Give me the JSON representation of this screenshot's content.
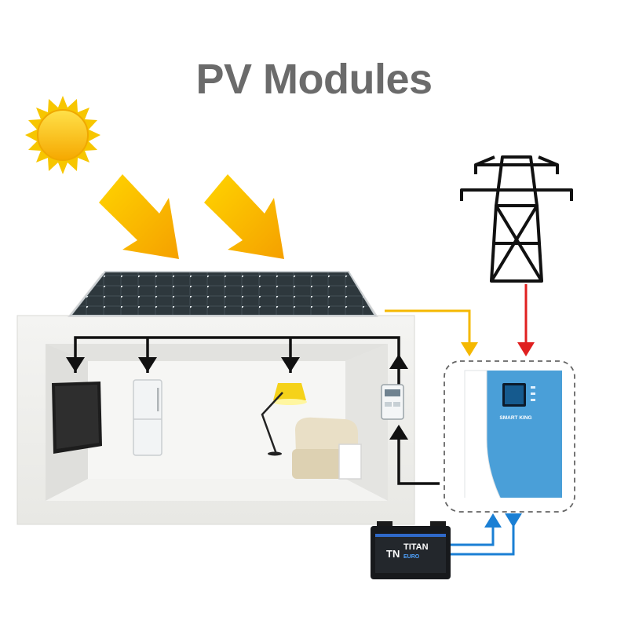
{
  "title": "PV Modules",
  "battery": {
    "brand": "TITAN",
    "sub": "EURO",
    "logo": "TN"
  },
  "inverter": {
    "brand": "SMART KING"
  },
  "icons": [
    "sun-icon",
    "sunlight-arrow-icon",
    "solar-panel-icon",
    "power-tower-icon",
    "tv-icon",
    "refrigerator-icon",
    "floor-lamp-icon",
    "sofa-icon",
    "electric-meter-icon",
    "inverter-icon",
    "battery-icon"
  ],
  "colors": {
    "pv_line": "#f5b800",
    "grid_line": "#e02020",
    "battery_line": "#1a7fd4",
    "load_line": "#111111",
    "inverter_blue": "#4a9fd8",
    "title": "#6b6b6b"
  }
}
